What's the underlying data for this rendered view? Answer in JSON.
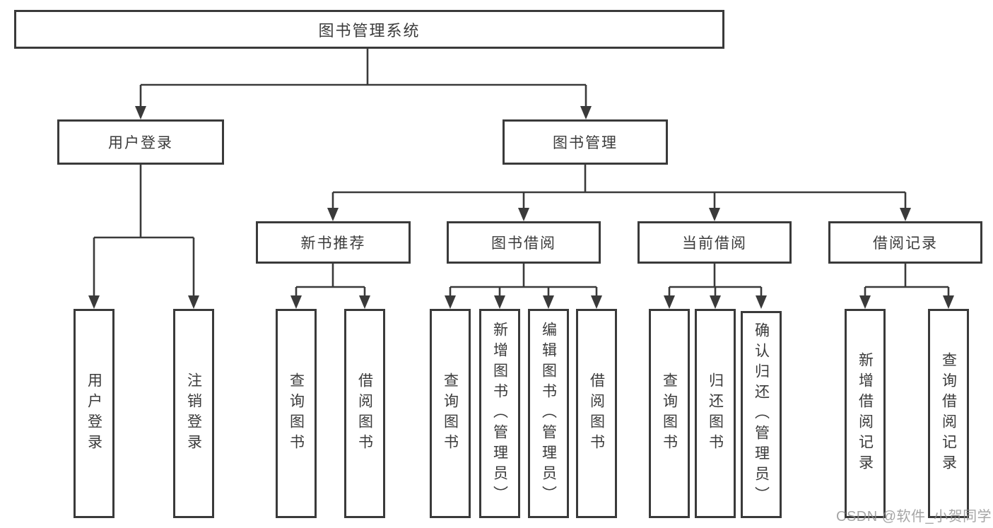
{
  "diagram": {
    "title": "图书管理系统",
    "colors": {
      "line": "#3a3a3a",
      "box_border": "#3a3a3a",
      "text": "#3b3b3b",
      "background": "#ffffff",
      "watermark_text_color": "#8f8f8f"
    },
    "tree": {
      "root": {
        "label": "图书管理系统"
      },
      "children": [
        {
          "label": "用户登录",
          "children": [
            {
              "label": "用户登录"
            },
            {
              "label": "注销登录"
            }
          ]
        },
        {
          "label": "图书管理",
          "children": [
            {
              "label": "新书推荐",
              "children": [
                {
                  "label": "查询图书"
                },
                {
                  "label": "借阅图书"
                }
              ]
            },
            {
              "label": "图书借阅",
              "children": [
                {
                  "label": "查询图书"
                },
                {
                  "label": "新增图书（管理员）"
                },
                {
                  "label": "编辑图书（管理员）"
                },
                {
                  "label": "借阅图书"
                }
              ]
            },
            {
              "label": "当前借阅",
              "children": [
                {
                  "label": "查询图书"
                },
                {
                  "label": "归还图书"
                },
                {
                  "label": "确认归还（管理员）"
                }
              ]
            },
            {
              "label": "借阅记录",
              "children": [
                {
                  "label": "新增借阅记录"
                },
                {
                  "label": "查询借阅记录"
                }
              ]
            }
          ]
        }
      ]
    },
    "watermark": {
      "text": "CSDN @软件_小贺同学"
    }
  }
}
